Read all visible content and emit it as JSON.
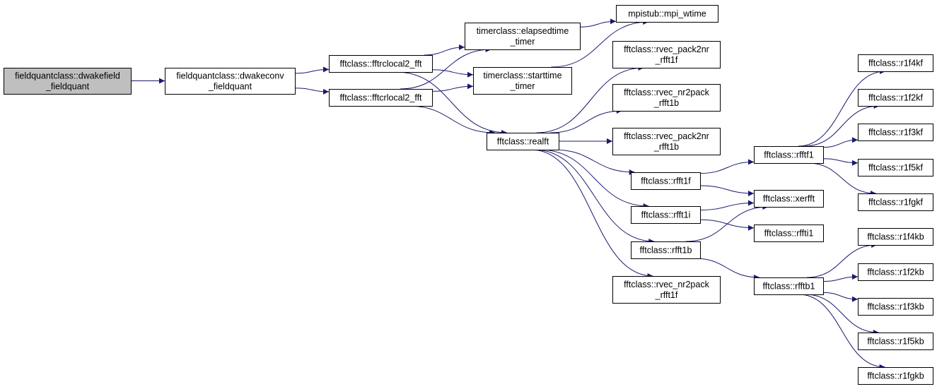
{
  "diagram": {
    "colors": {
      "edge": "#191970",
      "node_fill": "#ffffff",
      "root_fill": "#bfbfbf",
      "border": "#000000"
    },
    "nodes": [
      {
        "id": "root",
        "lines": [
          "fieldquantclass::dwakefield",
          "_fieldquant"
        ]
      },
      {
        "id": "dwakeconv",
        "lines": [
          "fieldquantclass::dwakeconv",
          "_fieldquant"
        ]
      },
      {
        "id": "fftrclocal2",
        "lines": [
          "fftclass::fftrclocal2_fft"
        ]
      },
      {
        "id": "fftcrlocal2",
        "lines": [
          "fftclass::fftcrlocal2_fft"
        ]
      },
      {
        "id": "elapsed",
        "lines": [
          "timerclass::elapsedtime",
          "_timer"
        ]
      },
      {
        "id": "starttime",
        "lines": [
          "timerclass::starttime",
          "_timer"
        ]
      },
      {
        "id": "mpiwtime",
        "lines": [
          "mpistub::mpi_wtime"
        ]
      },
      {
        "id": "pack2nr_f",
        "lines": [
          "fftclass::rvec_pack2nr",
          "_rfft1f"
        ]
      },
      {
        "id": "nr2pack_b",
        "lines": [
          "fftclass::rvec_nr2pack",
          "_rfft1b"
        ]
      },
      {
        "id": "realft",
        "lines": [
          "fftclass::realft"
        ]
      },
      {
        "id": "pack2nr_b",
        "lines": [
          "fftclass::rvec_pack2nr",
          "_rfft1b"
        ]
      },
      {
        "id": "rfft1f",
        "lines": [
          "fftclass::rfft1f"
        ]
      },
      {
        "id": "rfft1i",
        "lines": [
          "fftclass::rfft1i"
        ]
      },
      {
        "id": "rfft1b",
        "lines": [
          "fftclass::rfft1b"
        ]
      },
      {
        "id": "nr2pack_f",
        "lines": [
          "fftclass::rvec_nr2pack",
          "_rfft1f"
        ]
      },
      {
        "id": "rfftf1",
        "lines": [
          "fftclass::rfftf1"
        ]
      },
      {
        "id": "xerfft",
        "lines": [
          "fftclass::xerfft"
        ]
      },
      {
        "id": "rffti1",
        "lines": [
          "fftclass::rffti1"
        ]
      },
      {
        "id": "rfftb1",
        "lines": [
          "fftclass::rfftb1"
        ]
      },
      {
        "id": "r1f4kf",
        "lines": [
          "fftclass::r1f4kf"
        ]
      },
      {
        "id": "r1f2kf",
        "lines": [
          "fftclass::r1f2kf"
        ]
      },
      {
        "id": "r1f3kf",
        "lines": [
          "fftclass::r1f3kf"
        ]
      },
      {
        "id": "r1f5kf",
        "lines": [
          "fftclass::r1f5kf"
        ]
      },
      {
        "id": "r1fgkf",
        "lines": [
          "fftclass::r1fgkf"
        ]
      },
      {
        "id": "r1f4kb",
        "lines": [
          "fftclass::r1f4kb"
        ]
      },
      {
        "id": "r1f2kb",
        "lines": [
          "fftclass::r1f2kb"
        ]
      },
      {
        "id": "r1f3kb",
        "lines": [
          "fftclass::r1f3kb"
        ]
      },
      {
        "id": "r1f5kb",
        "lines": [
          "fftclass::r1f5kb"
        ]
      },
      {
        "id": "r1fgkb",
        "lines": [
          "fftclass::r1fgkb"
        ]
      }
    ],
    "edges": [
      [
        "root",
        "dwakeconv"
      ],
      [
        "dwakeconv",
        "fftrclocal2"
      ],
      [
        "dwakeconv",
        "fftcrlocal2"
      ],
      [
        "fftrclocal2",
        "elapsed"
      ],
      [
        "fftrclocal2",
        "starttime"
      ],
      [
        "fftrclocal2",
        "realft"
      ],
      [
        "fftcrlocal2",
        "elapsed"
      ],
      [
        "fftcrlocal2",
        "starttime"
      ],
      [
        "fftcrlocal2",
        "realft"
      ],
      [
        "elapsed",
        "mpiwtime"
      ],
      [
        "starttime",
        "mpiwtime"
      ],
      [
        "realft",
        "pack2nr_f"
      ],
      [
        "realft",
        "nr2pack_b"
      ],
      [
        "realft",
        "pack2nr_b"
      ],
      [
        "realft",
        "rfft1f"
      ],
      [
        "realft",
        "rfft1i"
      ],
      [
        "realft",
        "rfft1b"
      ],
      [
        "realft",
        "nr2pack_f"
      ],
      [
        "rfft1f",
        "rfftf1"
      ],
      [
        "rfft1f",
        "xerfft"
      ],
      [
        "rfft1i",
        "xerfft"
      ],
      [
        "rfft1i",
        "rffti1"
      ],
      [
        "rfft1b",
        "xerfft"
      ],
      [
        "rfft1b",
        "rfftb1"
      ],
      [
        "rfftf1",
        "r1f4kf"
      ],
      [
        "rfftf1",
        "r1f2kf"
      ],
      [
        "rfftf1",
        "r1f3kf"
      ],
      [
        "rfftf1",
        "r1f5kf"
      ],
      [
        "rfftf1",
        "r1fgkf"
      ],
      [
        "rfftb1",
        "r1f4kb"
      ],
      [
        "rfftb1",
        "r1f2kb"
      ],
      [
        "rfftb1",
        "r1f3kb"
      ],
      [
        "rfftb1",
        "r1f5kb"
      ],
      [
        "rfftb1",
        "r1fgkb"
      ]
    ]
  }
}
